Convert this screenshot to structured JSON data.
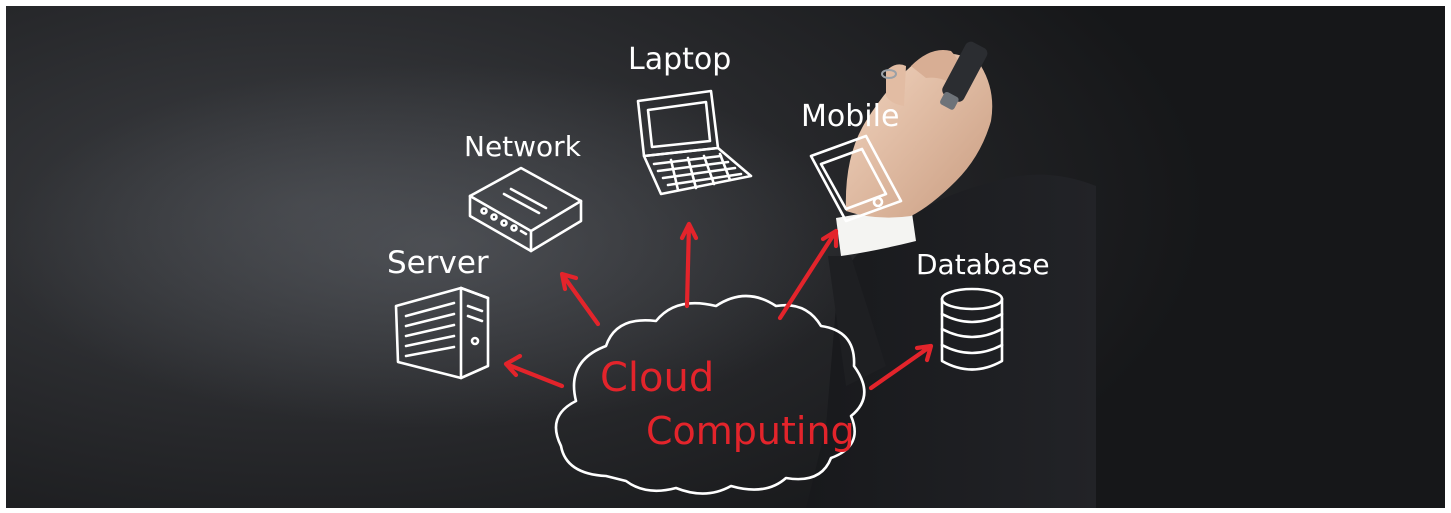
{
  "labels": {
    "server": "Server",
    "network": "Network",
    "laptop": "Laptop",
    "mobile": "Mobile",
    "database": "Database"
  },
  "cloud": {
    "line1": "Cloud",
    "line2": "Computing"
  },
  "colors": {
    "background": "#26272a",
    "chalk": "#ffffff",
    "accent_red": "#e3242b",
    "skin": "#e7c3aa",
    "suit": "#1b1c1f"
  },
  "icons": [
    "server-icon",
    "network-icon",
    "laptop-icon",
    "mobile-icon",
    "database-icon",
    "cloud-icon",
    "marker-pen"
  ]
}
